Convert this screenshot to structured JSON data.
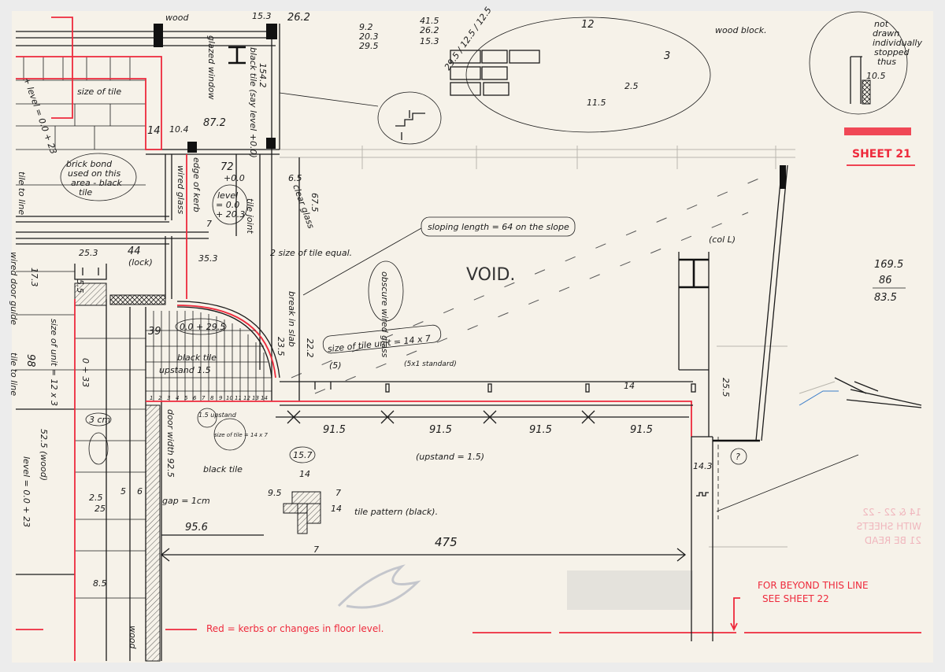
{
  "sheet": {
    "title": "SHEET 21",
    "colors": {
      "ink": "#1b1b1b",
      "red": "#ee2a3c",
      "paper": "#f6f2e9"
    }
  },
  "labels": {
    "wood": "wood",
    "dim_26_2": "26.2",
    "dim_15_3_top": "15.3",
    "calc1": [
      "9.2",
      "20.3",
      "29.5"
    ],
    "calc2": [
      "41.5",
      "26.2",
      "15.3"
    ],
    "calc3": "29.5 / 12.5 / 12.5",
    "wb_12": "12",
    "wb_3": "3",
    "wb_2_5": "2.5",
    "wb_11_5": "11.5",
    "wood_block": "wood block.",
    "not_drawn": [
      "not",
      "drawn",
      "individually",
      "stopped",
      "thus"
    ],
    "dim_10_5": "10.5",
    "size_of_tile": "size of tile",
    "level_left_top": "+ level = 0.0 + 23",
    "brick_bond": [
      "brick bond",
      "used on this",
      "area - black",
      "tile"
    ],
    "dim_87_2": "87.2",
    "dim_14_top": "14",
    "dim_10_4": "10.4",
    "dim_72": "72",
    "level_0": "+0.0",
    "level_20_3": [
      "level",
      "= 0.0",
      "+ 20.3"
    ],
    "edge_of_kerb": "edge of kerb",
    "wired_glass_small": "wired glass",
    "black_tile_say": "black tile (say level +0.0)",
    "dim_154": "154.2",
    "glazed_window": "glazed window",
    "dim_6_5": "6.5",
    "dim_67_5": "67.5",
    "clear_glass": "clear glass",
    "tile_joint": "tile joint",
    "tile_to_line": "tile to line",
    "size_tile_equal": "2 size of tile equal.",
    "sloping_length": "sloping length = 64 on the slope",
    "void": "VOID.",
    "obscure_wired": "obscure wired glass",
    "col_l": "(col L)",
    "calc_right": [
      "169.5",
      "86",
      "83.5"
    ],
    "dim_25_3": "25.3",
    "dim_44": "44",
    "lock": "(lock)",
    "dim_17_3": "17.3",
    "dim_5_5": "5.5",
    "dim_35_3": "35.3",
    "dim_7_a": "7",
    "dim_39": "39",
    "level_29_5": "0.0 + 29.5",
    "black_tile_1": "black tile",
    "upstand_1_5": "upstand 1.5",
    "break_in_slab": "break in slab",
    "dim_22_2": "22.2",
    "dim_23_5": "23.5",
    "size_tile_unit": "size of tile unit = 14 x 7",
    "dim_5": "(5)",
    "standard": "(5x1 standard)",
    "dim_98": "98",
    "size_of_unit": "size of unit = 12 x 3",
    "level_0_33": "0 + 33",
    "dim_3cm": "3 cm",
    "tile_numbers": [
      "1",
      "2",
      "3",
      "4",
      "5",
      "6",
      "7",
      "8",
      "9",
      "10",
      "11",
      "12",
      "13",
      "14"
    ],
    "upstand_small": "1.5 upstand",
    "size_grid": "size of tile = 14 x 7",
    "door_width": "door width 92.5",
    "gap_1cm": "gap = 1cm",
    "black_tile_2": "black tile",
    "dim_91_5": [
      "91.5",
      "91.5",
      "91.5",
      "91.5"
    ],
    "upstand_eq": "(upstand = 1.5)",
    "dim_15_7": "15.7",
    "dim_14_3": "14.3",
    "dim_14_mid": "14",
    "dim_25_5": "25.5",
    "question": "?",
    "tp_14_top": "14",
    "tp_7_r": "7",
    "tp_14_r": "14",
    "tp_7_b": "7",
    "tile_pattern": "tile pattern (black).",
    "dim_9_5": "9.5",
    "dim_95_6": "95.6",
    "dim_475": "475",
    "dim_2_5": "2.5",
    "dim_25": "25",
    "dim_6": "6",
    "dim_5_left": "5",
    "dim_8_5": "8.5",
    "level_left_bottom": "level = 0.0 + 23",
    "dim_52_5": "52.5 (wood)",
    "wood_bottom": "wood",
    "tile_to_line_left": "tile to line",
    "wired_door_guide": "wired door guide",
    "red_legend": "Red = kerbs or changes in floor level.",
    "beyond_line": [
      "FOR BEYOND THIS LINE",
      "SEE SHEET 22"
    ],
    "ghost_text": [
      "14 & 22 - 22",
      "WITH SHEETS",
      "21 BE READ"
    ]
  }
}
